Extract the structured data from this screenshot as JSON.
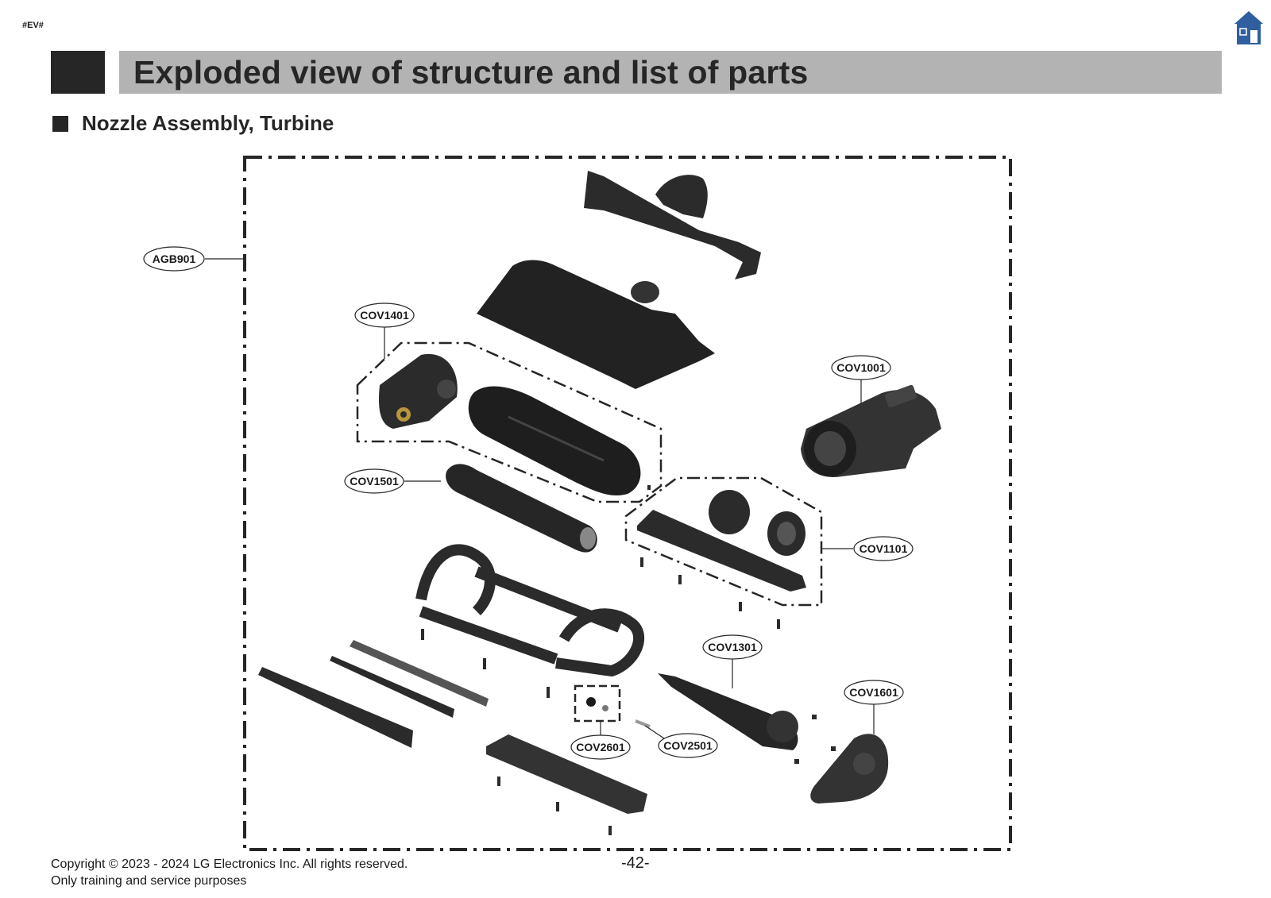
{
  "header": {
    "tag": "#EV#",
    "title": "Exploded view of structure and list of parts",
    "home_icon": "home-icon"
  },
  "section": {
    "title": "Nozzle Assembly, Turbine"
  },
  "diagram": {
    "callouts": [
      {
        "id": "agb901",
        "label": "AGB901"
      },
      {
        "id": "cov1401",
        "label": "COV1401"
      },
      {
        "id": "cov1001",
        "label": "COV1001"
      },
      {
        "id": "cov1501",
        "label": "COV1501"
      },
      {
        "id": "cov1101",
        "label": "COV1101"
      },
      {
        "id": "cov1301",
        "label": "COV1301"
      },
      {
        "id": "cov1601",
        "label": "COV1601"
      },
      {
        "id": "cov2601",
        "label": "COV2601"
      },
      {
        "id": "cov2501",
        "label": "COV2501"
      }
    ]
  },
  "footer": {
    "copyright": "Copyright © 2023 - 2024 LG Electronics Inc. All rights reserved.",
    "note": "Only training and service purposes",
    "page": "-42-"
  },
  "colors": {
    "title_bar": "#b3b3b3",
    "title_block": "#262626",
    "home_icon": "#2f5f9e",
    "part_fill": "#2b2b2b"
  }
}
